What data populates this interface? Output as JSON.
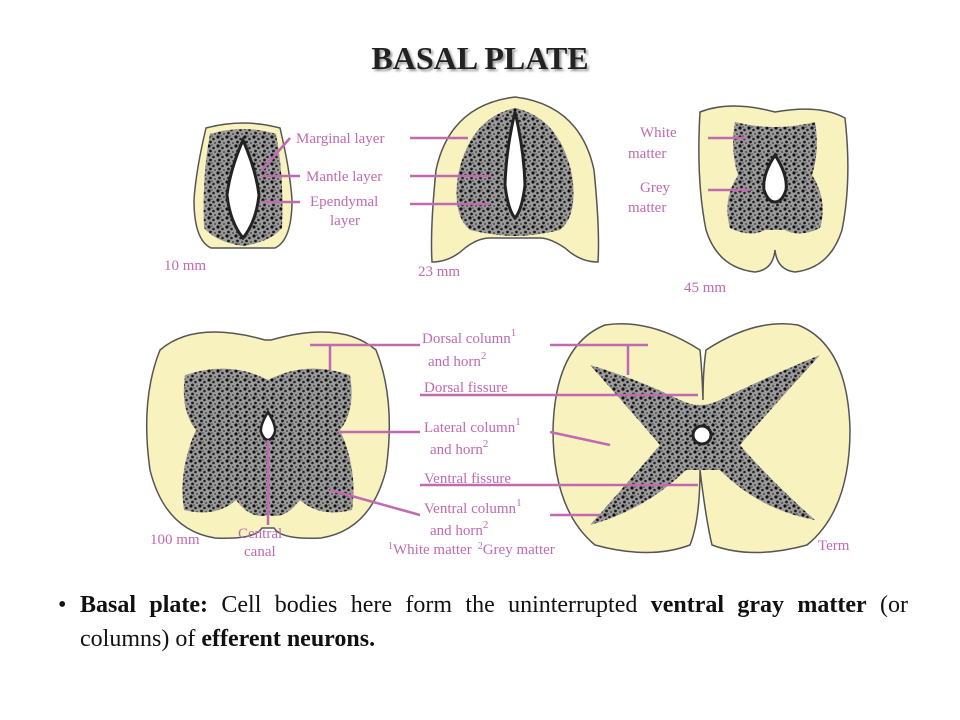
{
  "title": "BASAL PLATE",
  "stages": {
    "s10": "10 mm",
    "s23": "23 mm",
    "s45": "45 mm",
    "s100": "100 mm"
  },
  "labels": {
    "marginal_layer": "Marginal layer",
    "mantle_layer": "Mantle layer",
    "ependymal_1": "Ependymal",
    "ependymal_2": "layer",
    "white_1": "White",
    "white_2": "matter",
    "grey_1": "Grey",
    "grey_2": "matter",
    "dorsal_column": "Dorsal column",
    "and_horn": "and horn",
    "dorsal_fissure": "Dorsal fissure",
    "lateral_column": "Lateral column",
    "ventral_fissure": "Ventral fissure",
    "ventral_column": "Ventral column",
    "central_1": "Central",
    "central_2": "canal",
    "term": "Term",
    "sup1": "1",
    "sup2": "2",
    "fn_white": "White matter",
    "fn_grey": "Grey matter"
  },
  "bullet": {
    "marker": "•",
    "bold1": "Basal plate:",
    "text1": " Cell bodies here form the uninterrupted ",
    "bold2": "ventral gray matter",
    "text2": " (or columns)  of ",
    "bold3": "efferent neurons."
  },
  "colors": {
    "section_fill": "#f8f2bf",
    "label": "#c06ab0",
    "grey_matter": "#555555"
  }
}
